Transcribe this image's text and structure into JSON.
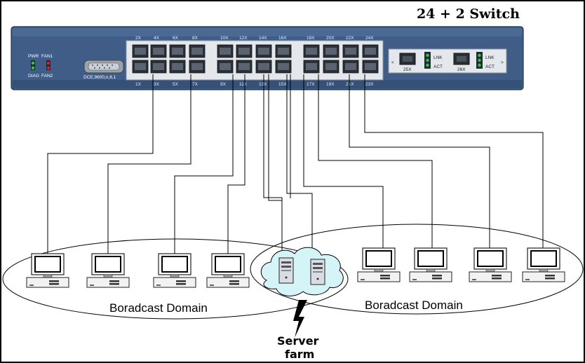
{
  "title": "24 + 2 Switch",
  "switch": {
    "status_labels": [
      "PWR",
      "FAN1",
      "DIAG",
      "FAN2"
    ],
    "console_label": "DCE,9600,n,8,1",
    "ports_top": [
      "2X",
      "4X",
      "6X",
      "8X",
      "10X",
      "12X",
      "14X",
      "16X",
      "18X",
      "20X",
      "22X",
      "24X"
    ],
    "ports_bottom": [
      "1X",
      "3X",
      "5X",
      "7X",
      "9X",
      "11X",
      "13X",
      "15X",
      "17X",
      "19X",
      "21X",
      "23X"
    ],
    "uplinks": [
      {
        "label": "25X",
        "led1": "LNK",
        "led2": "ACT"
      },
      {
        "label": "26X",
        "led1": "LNK",
        "led2": "ACT"
      }
    ]
  },
  "domains": {
    "left": "Boradcast Domain",
    "right": "Boradcast Domain"
  },
  "server_farm": {
    "line1": "Server",
    "line2": "farm"
  },
  "colors": {
    "switch_body": "#3f5d86",
    "led_green": "#33cc33",
    "led_red": "#dd2222",
    "cloud": "#d4f4f8",
    "screen": "#ffffff"
  }
}
